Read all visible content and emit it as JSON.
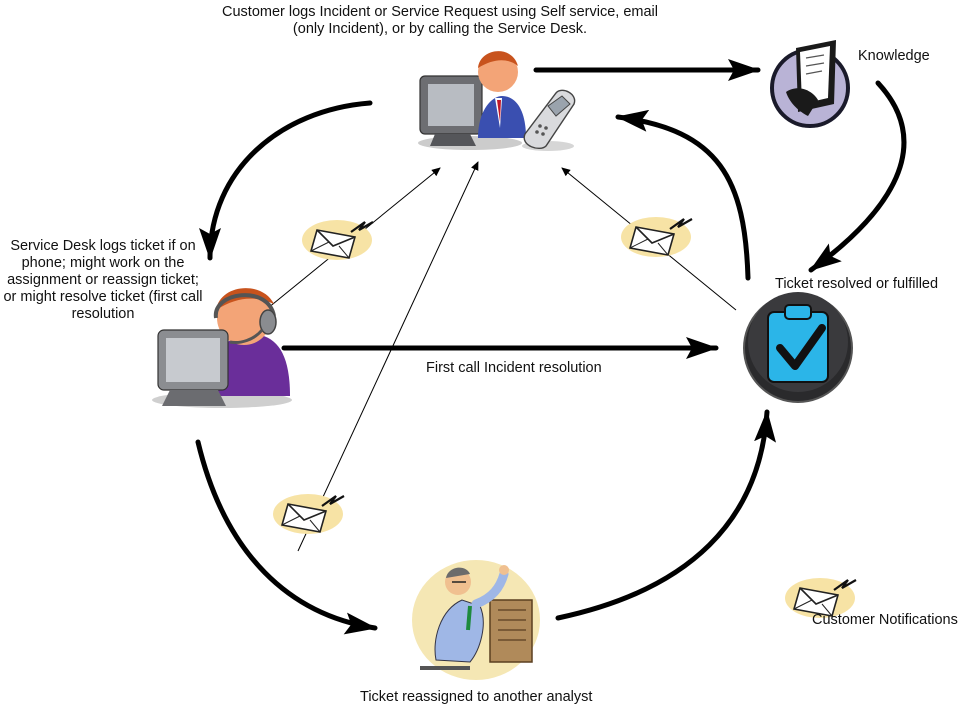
{
  "labels": {
    "customer": "Customer logs Incident or Service Request using Self service, email (only Incident), or by calling the Service Desk.",
    "knowledge": "Knowledge",
    "service_desk": "Service Desk logs ticket if on phone; might work on the assignment or reassign ticket; or might resolve ticket (first call resolution",
    "first_call": "First call Incident resolution",
    "resolved": "Ticket resolved or fulfilled",
    "reassigned": "Ticket reassigned to another analyst",
    "notifications": "Customer Notifications"
  },
  "colors": {
    "arrow": "#000000",
    "envelope": "#f7e3a5",
    "clipboard": "#2bb5e8",
    "knowledge_disc": "#b9b3d6"
  },
  "icons": [
    "customer-computer-icon",
    "mobile-phone-icon",
    "knowledge-book-icon",
    "service-desk-agent-icon",
    "ticket-resolved-icon",
    "analyst-icon",
    "email-notification-icon"
  ]
}
